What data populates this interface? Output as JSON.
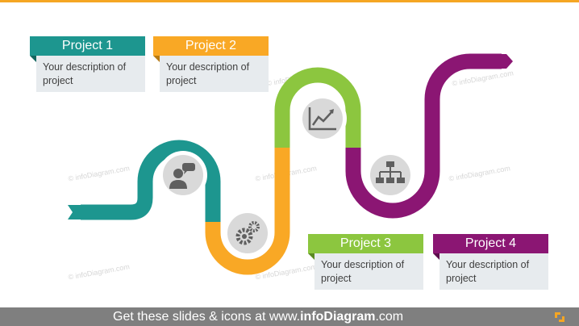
{
  "projects": [
    {
      "title": "Project 1",
      "description": "Your description of project",
      "color": "#1d968f"
    },
    {
      "title": "Project 2",
      "description": "Your description of project",
      "color": "#f9a825"
    },
    {
      "title": "Project 3",
      "description": "Your description of project",
      "color": "#8cc63f"
    },
    {
      "title": "Project 4",
      "description": "Your description of project",
      "color": "#8b1673"
    }
  ],
  "icons": {
    "person": "person-speech-icon",
    "gears": "gears-icon",
    "chart": "trend-chart-icon",
    "org": "org-chart-icon"
  },
  "watermark": "© infoDiagram.com",
  "footer": {
    "prefix": "Get these slides & icons at www.",
    "brand": "infoDiagram",
    "suffix": ".com"
  }
}
